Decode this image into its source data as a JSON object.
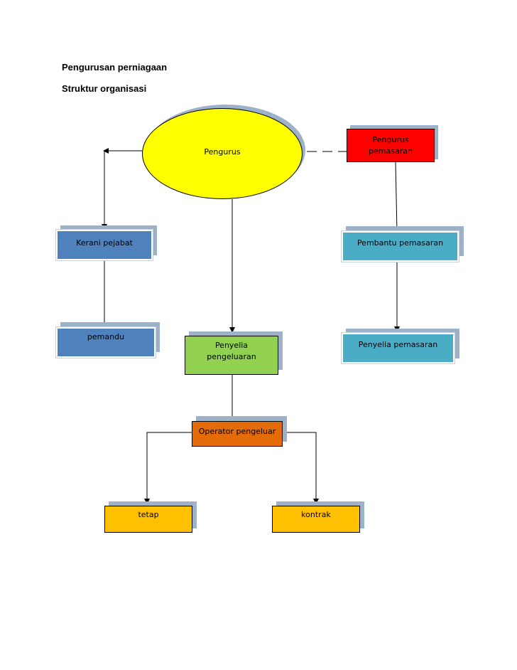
{
  "document": {
    "title": "Pengurusan perniagaan",
    "subtitle": "Struktur organisasi"
  },
  "colors": {
    "yellow": "#ffff00",
    "red": "#ff0000",
    "blue": "#4f81bd",
    "teal": "#4bacc6",
    "green": "#92d050",
    "orange": "#e36c09",
    "gold": "#ffc000"
  },
  "nodes": {
    "pengurus": "Pengurus",
    "pengurus_pemasaran": "Pengurus pemasaran",
    "kerani_pejabat": "Kerani pejabat",
    "pembantu_pemasaran": "Pembantu pemasaran",
    "pemandu": "pemandu",
    "penyelia_pengeluaran": "Penyelia pengeluaran",
    "penyelia_pemasaran": "Penyelia pemasaran",
    "operator_pengeluar": "Operator pengeluar",
    "tetap": "tetap",
    "kontrak": "kontrak"
  }
}
